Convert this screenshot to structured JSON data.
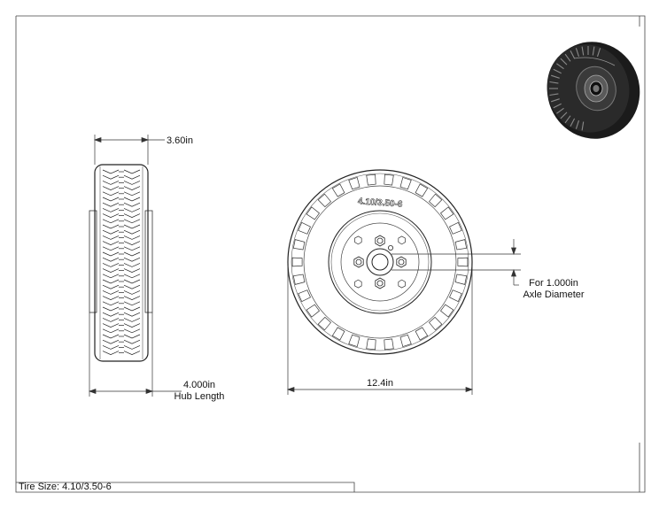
{
  "dimensions": {
    "width_top": "3.60in",
    "hub_length_value": "4.000in",
    "hub_length_label": "Hub Length",
    "outer_diameter": "12.4in",
    "axle_value": "For 1.000in",
    "axle_label": "Axle Diameter"
  },
  "tire_marking": "4.10/3.50-6",
  "footer": {
    "tire_size": "Tire Size: 4.10/3.50-6"
  },
  "colors": {
    "line": "#222222",
    "thin": "#555555",
    "tire_dark": "#1b1b1b"
  }
}
